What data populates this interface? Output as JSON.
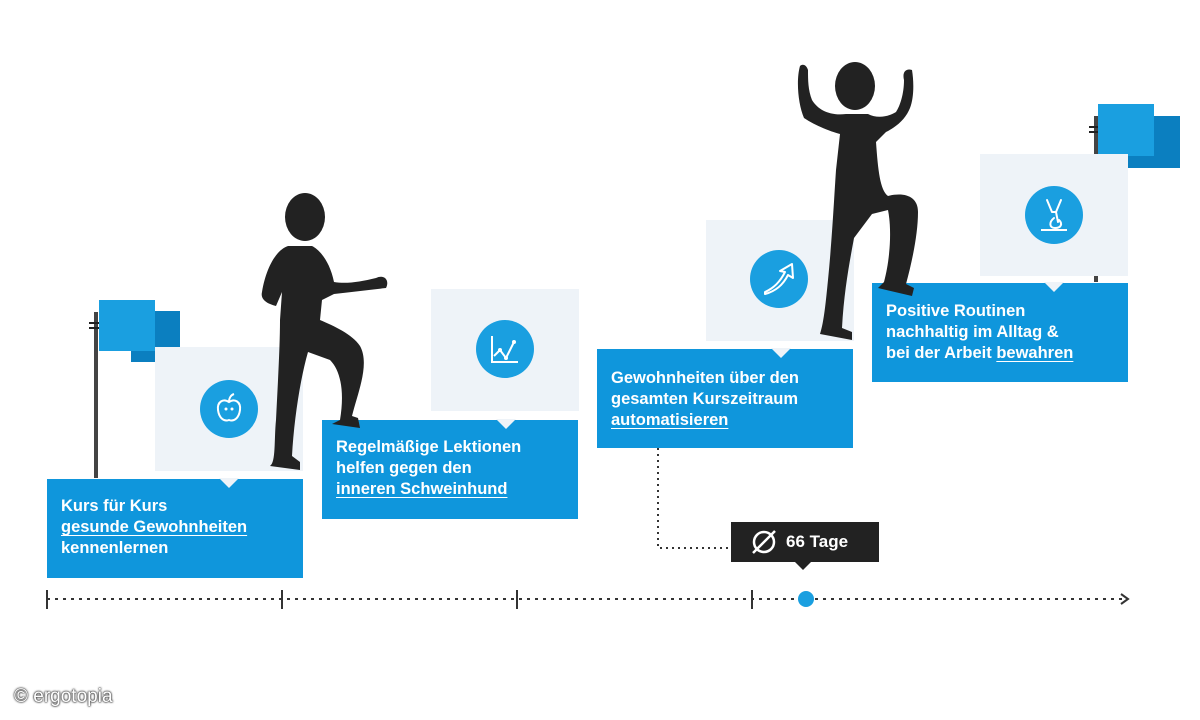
{
  "colors": {
    "accent_blue": "#0f96dc",
    "icon_blue": "#1a9fe0",
    "flag_dark": "#0b7fc0",
    "panel_bg": "#eef3f8",
    "silhouette": "#222222",
    "label_dark": "#222222"
  },
  "steps": [
    {
      "icon": "apple-icon",
      "lines": [
        {
          "text": "Kurs für Kurs",
          "underline": false
        },
        {
          "text": "gesunde Gewohnheiten",
          "underline": true
        },
        {
          "text": "kennenlernen",
          "underline": false
        }
      ]
    },
    {
      "icon": "growth-chart-icon",
      "lines": [
        {
          "text": "Regelmäßige Lektionen",
          "underline": false
        },
        {
          "text": "helfen gegen den",
          "underline": false
        },
        {
          "text": "inneren Schweinhund",
          "underline": true
        }
      ]
    },
    {
      "icon": "rising-arrow-icon",
      "lines": [
        {
          "text": "Gewohnheiten über den",
          "underline": false
        },
        {
          "text": "gesamten Kurszeitraum",
          "underline": false
        },
        {
          "text": "automatisieren",
          "underline": true
        }
      ]
    },
    {
      "icon": "yoga-pose-icon",
      "lines": [
        {
          "text": "Positive Routinen",
          "underline": false
        },
        {
          "text": "nachhaltig im Alltag &",
          "underline": false
        },
        {
          "text": "bei der Arbeit ",
          "underline": false,
          "suffix": "bewahren"
        }
      ]
    }
  ],
  "average_label": {
    "icon": "diameter-symbol-icon",
    "text": "66 Tage"
  },
  "watermark": "© ergotopia"
}
